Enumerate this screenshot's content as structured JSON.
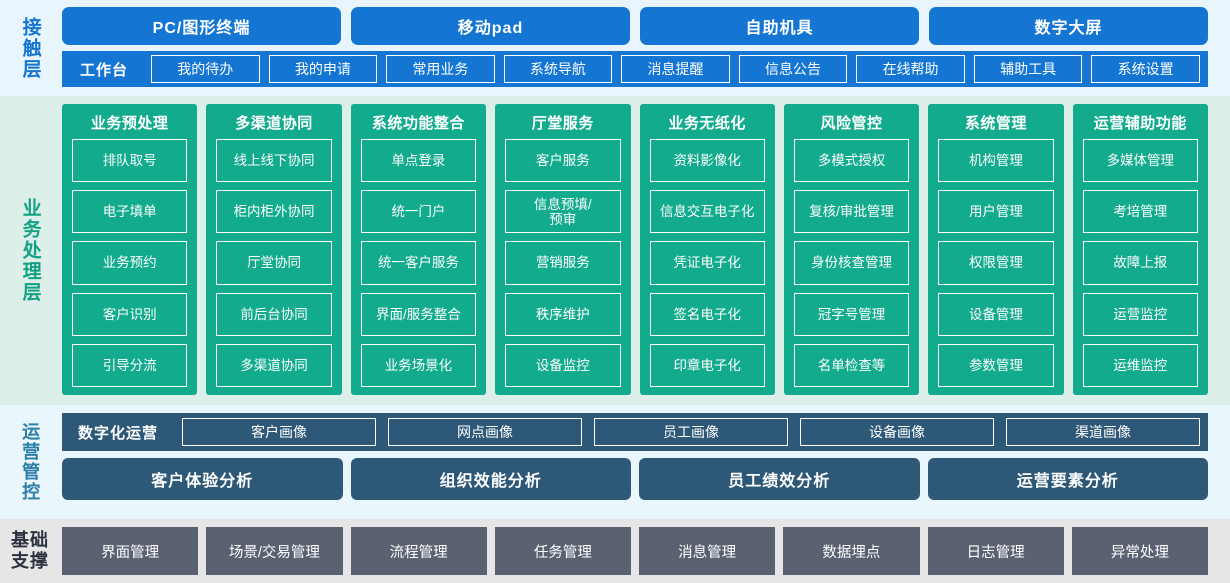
{
  "layers": {
    "contact": {
      "label": "接触层",
      "accent": "#1476d2",
      "background": "#e9f5fc",
      "channels": [
        "PC/图形终端",
        "移动pad",
        "自助机具",
        "数字大屏"
      ],
      "workbench_title": "工作台",
      "workbench_items": [
        "我的待办",
        "我的申请",
        "常用业务",
        "系统导航",
        "消息提醒",
        "信息公告",
        "在线帮助",
        "辅助工具",
        "系统设置"
      ]
    },
    "business": {
      "label": "业务处理层",
      "accent": "#12ab8d",
      "background": "#dcefe9",
      "columns": [
        {
          "title": "业务预处理",
          "items": [
            "排队取号",
            "电子填单",
            "业务预约",
            "客户识别",
            "引导分流"
          ]
        },
        {
          "title": "多渠道协同",
          "items": [
            "线上线下协同",
            "柜内柜外协同",
            "厅堂协同",
            "前后台协同",
            "多渠道协同"
          ]
        },
        {
          "title": "系统功能整合",
          "items": [
            "单点登录",
            "统一门户",
            "统一客户服务",
            "界面/服务整合",
            "业务场景化"
          ]
        },
        {
          "title": "厅堂服务",
          "items": [
            "客户服务",
            "信息预填/\n预审",
            "营销服务",
            "秩序维护",
            "设备监控"
          ]
        },
        {
          "title": "业务无纸化",
          "items": [
            "资料影像化",
            "信息交互电子化",
            "凭证电子化",
            "签名电子化",
            "印章电子化"
          ]
        },
        {
          "title": "风险管控",
          "items": [
            "多模式授权",
            "复核/审批管理",
            "身份核查管理",
            "冠字号管理",
            "名单检查等"
          ]
        },
        {
          "title": "系统管理",
          "items": [
            "机构管理",
            "用户管理",
            "权限管理",
            "设备管理",
            "参数管理"
          ]
        },
        {
          "title": "运营辅助功能",
          "items": [
            "多媒体管理",
            "考培管理",
            "故障上报",
            "运营监控",
            "运维监控"
          ]
        }
      ]
    },
    "operation": {
      "label": "运营管控",
      "accent": "#2e5878",
      "background": "#e9f6fc",
      "portrait_title": "数字化运营",
      "portrait_items": [
        "客户画像",
        "网点画像",
        "员工画像",
        "设备画像",
        "渠道画像"
      ],
      "analysis_items": [
        "客户体验分析",
        "组织效能分析",
        "员工绩效分析",
        "运营要素分析"
      ]
    },
    "foundation": {
      "label": "基础支撑",
      "accent": "#5a6271",
      "background": "#e6e6e6",
      "items": [
        "界面管理",
        "场景/交易管理",
        "流程管理",
        "任务管理",
        "消息管理",
        "数据埋点",
        "日志管理",
        "异常处理"
      ]
    }
  }
}
